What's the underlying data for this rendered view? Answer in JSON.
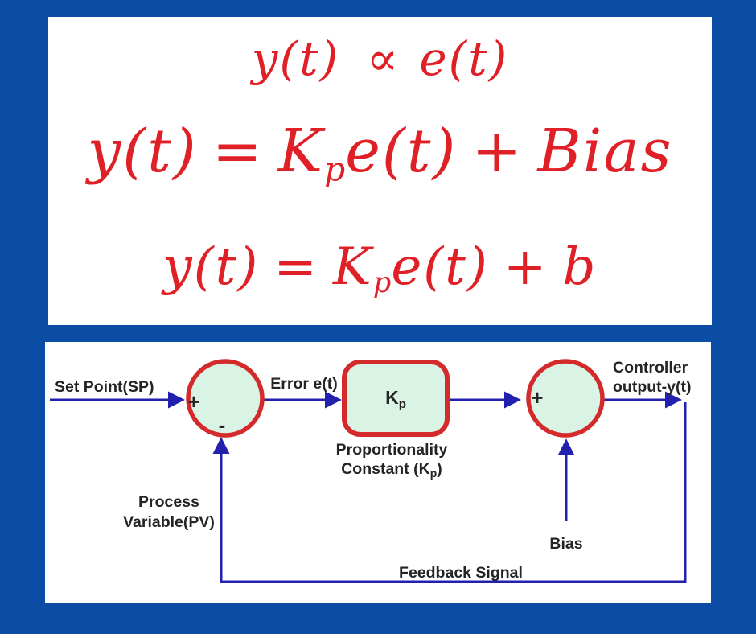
{
  "colors": {
    "background": "#0b4da4",
    "panel": "#ffffff",
    "equation_red": "#e02027",
    "diagram_red": "#d42a2c",
    "node_fill": "#d9f3e5",
    "arrow_blue": "#2121ae",
    "text_dark": "#242424"
  },
  "equations": {
    "line1": {
      "y": "y(t)",
      "op": "∝",
      "e": "e(t)"
    },
    "line2": {
      "y": "y(t)",
      "eq": "=",
      "K": "K",
      "Ksub": "p",
      "e": "e(t)",
      "plus": "+",
      "tail": "Bias"
    },
    "line3": {
      "y": "y(t)",
      "eq": "=",
      "K": "K",
      "Ksub": "p",
      "e": "e(t)",
      "plus": "+",
      "tail": "b"
    }
  },
  "diagram": {
    "set_point": "Set Point(SP)",
    "error": "Error e(t)",
    "controller_output_1": "Controller",
    "controller_output_2": "output-y(t)",
    "kp_main": "K",
    "kp_sub": "p",
    "prop_1": "Proportionality",
    "prop_2_pre": "Constant (K",
    "prop_2_sub": "p",
    "prop_2_post": ")",
    "process_1": "Process",
    "process_2": "Variable(PV)",
    "bias": "Bias",
    "feedback": "Feedback Signal",
    "sum1_plus": "+",
    "sum1_minus": "-",
    "sum2_plus": "+"
  }
}
